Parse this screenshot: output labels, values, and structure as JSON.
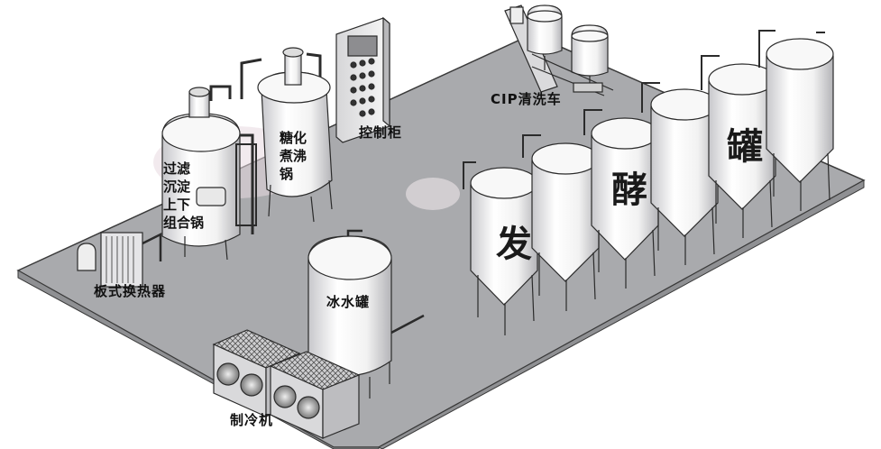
{
  "labels": {
    "lauter_tun": "过滤\n沉淀\n上下\n组合锅",
    "mash_boil": "糖化\n煮沸\n锅",
    "control_cabinet": "控制柜",
    "cip": "CIP清洗车",
    "plate_heat_exchanger": "板式换热器",
    "ice_water_tank": "冰水罐",
    "chiller": "制冷机",
    "ferment_1": "发",
    "ferment_2": "酵",
    "ferment_3": "罐"
  },
  "colors": {
    "floor": "#a9aaad",
    "floor_edge": "#3a3a3a",
    "tank_body": "#f3f3f3",
    "tank_shade": "#b9b9bd",
    "line": "#2b2b2b"
  }
}
